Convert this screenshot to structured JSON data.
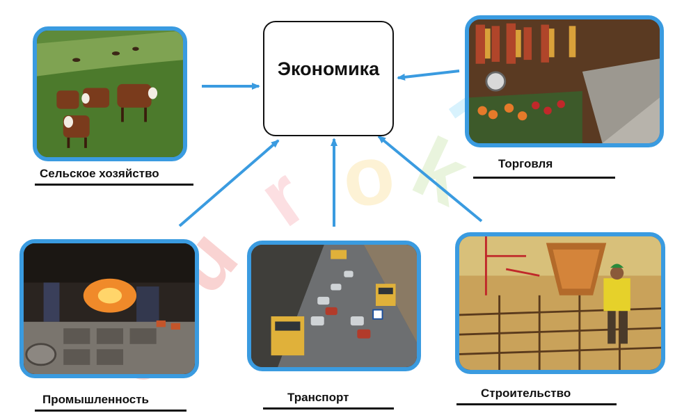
{
  "diagram": {
    "center": {
      "title": "Экономика"
    },
    "nodes": [
      {
        "id": "agriculture",
        "label": "Сельское хозяйство",
        "photo": "cows-on-pasture"
      },
      {
        "id": "trade",
        "label": "Торговля",
        "photo": "market-stall"
      },
      {
        "id": "industry",
        "label": "Промышленность",
        "photo": "steel-foundry"
      },
      {
        "id": "transport",
        "label": "Транспорт",
        "photo": "city-traffic"
      },
      {
        "id": "construction",
        "label": "Строительство",
        "photo": "construction-site"
      }
    ]
  },
  "colors": {
    "frame": "#3a9be0",
    "arrow": "#3a9be0",
    "text": "#111111",
    "watermark": "#e9ecef"
  },
  "watermark": "euroki"
}
